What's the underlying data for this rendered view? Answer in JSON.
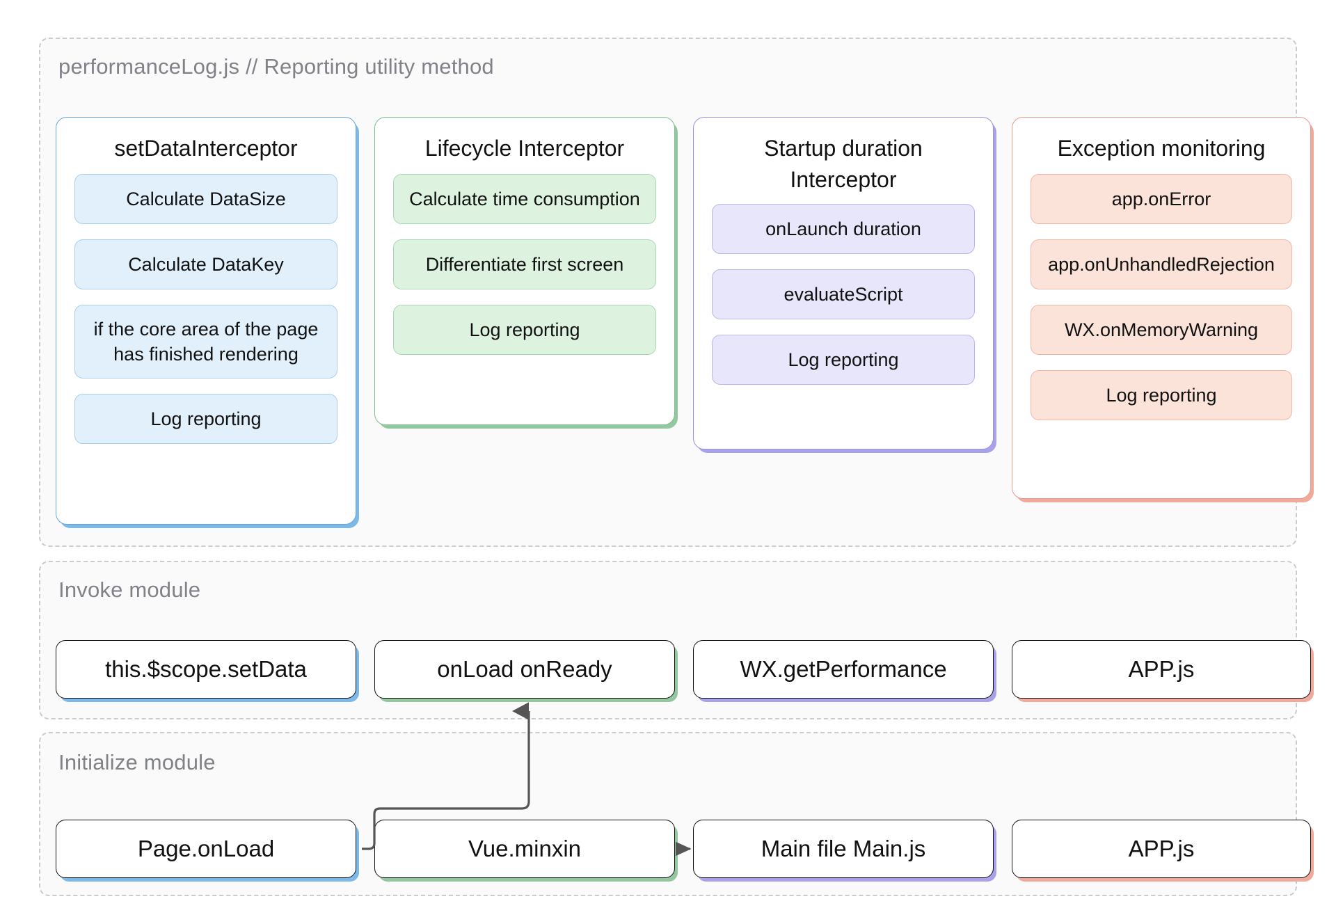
{
  "diagram": {
    "groups": [
      {
        "id": "performance",
        "title": "performanceLog.js // Reporting utility method"
      },
      {
        "id": "invoke",
        "title": "Invoke module"
      },
      {
        "id": "initialize",
        "title": "Initialize module"
      }
    ],
    "colors": {
      "blue": "#63a6de",
      "green": "#7fbf8f",
      "purple": "#9a93e0",
      "red": "#e79b8c",
      "group_border": "#c9cbcf",
      "group_title": "#808288",
      "connector": "#555555"
    },
    "interceptor_columns": [
      {
        "title": "setDataInterceptor",
        "theme": "blue",
        "items": [
          "Calculate DataSize",
          "Calculate DataKey",
          "if the core area of the page has finished rendering",
          "Log reporting"
        ]
      },
      {
        "title": "Lifecycle Interceptor",
        "theme": "green",
        "items": [
          "Calculate time consumption",
          "Differentiate first screen",
          "Log reporting"
        ]
      },
      {
        "title": "Startup duration Interceptor",
        "theme": "purple",
        "items": [
          "onLaunch duration",
          "evaluateScript",
          "Log reporting"
        ]
      },
      {
        "title": "Exception monitoring",
        "theme": "red",
        "items": [
          "app.onError",
          "app.onUnhandledRejection",
          "WX.onMemoryWarning",
          "Log reporting"
        ]
      }
    ],
    "invoke_module": {
      "title": "Invoke module",
      "boxes": [
        {
          "label": "this.$scope.setData",
          "theme": "blue"
        },
        {
          "label": "onLoad onReady",
          "theme": "green"
        },
        {
          "label": "WX.getPerformance",
          "theme": "purple"
        },
        {
          "label": "APP.js",
          "theme": "red"
        }
      ]
    },
    "initialize_module": {
      "title": "Initialize module",
      "boxes": [
        {
          "label": "Page.onLoad",
          "theme": "blue"
        },
        {
          "label": "Vue.minxin",
          "theme": "green"
        },
        {
          "label": "Main file Main.js",
          "theme": "purple"
        },
        {
          "label": "APP.js",
          "theme": "red"
        }
      ]
    },
    "connectors": [
      {
        "from": "Page.onLoad",
        "to": "onLoad onReady",
        "style": "elbow-up-arrow"
      },
      {
        "from": "Vue.minxin",
        "to": "Main file Main.js",
        "style": "straight-right-arrow"
      }
    ]
  }
}
